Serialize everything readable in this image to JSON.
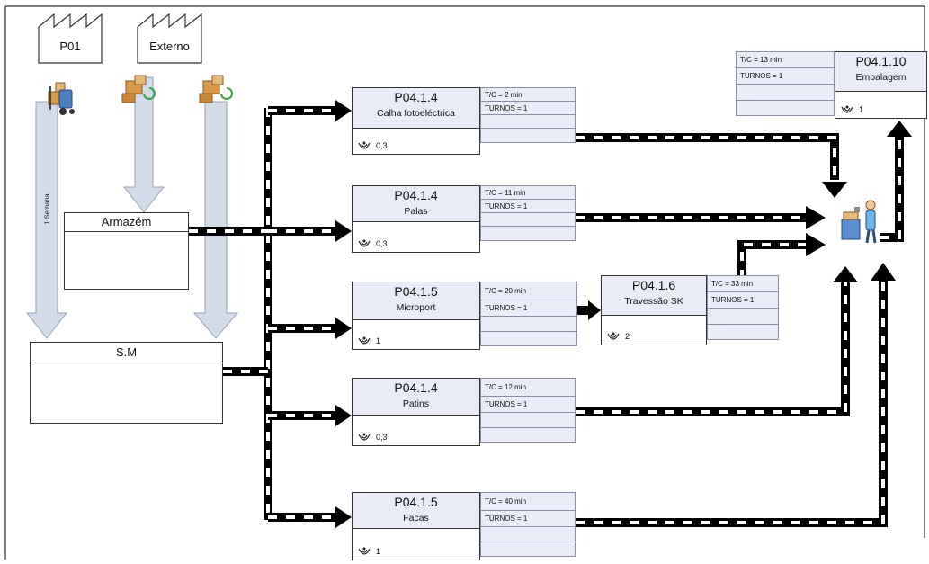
{
  "suppliers": [
    {
      "id": "supplier-p01",
      "label": "P01"
    },
    {
      "id": "supplier-externo",
      "label": "Externo"
    }
  ],
  "frequency_label": "1 Semana",
  "warehouse": {
    "label": "Armazém"
  },
  "supermarket": {
    "label": "S.M"
  },
  "processes": [
    {
      "key": "p1",
      "id": "P04.1.4",
      "name": "Calha fotoeléctrica",
      "operators": "0,3",
      "data": [
        "T/C = 2 min",
        "TURNOS = 1",
        "",
        ""
      ]
    },
    {
      "key": "p2",
      "id": "P04.1.4",
      "name": "Palas",
      "operators": "0,3",
      "data": [
        "T/C =  11 min",
        "TURNOS = 1",
        "",
        ""
      ]
    },
    {
      "key": "p3",
      "id": "P04.1.5",
      "name": "Microport",
      "operators": "1",
      "data": [
        "T/C =  20 min",
        "TURNOS = 1",
        "",
        ""
      ]
    },
    {
      "key": "p4",
      "id": "P04.1.4",
      "name": "Patins",
      "operators": "0,3",
      "data": [
        "T/C = 12  min",
        "TURNOS = 1",
        "",
        ""
      ]
    },
    {
      "key": "p5",
      "id": "P04.1.5",
      "name": "Facas",
      "operators": "1",
      "data": [
        "T/C = 40 min",
        "TURNOS = 1",
        "",
        ""
      ]
    },
    {
      "key": "p6",
      "id": "P04.1.6",
      "name": "Travessão SK",
      "operators": "2",
      "data": [
        "T/C = 33 min",
        "TURNOS = 1",
        "",
        ""
      ]
    },
    {
      "key": "p7",
      "id": "P04.1.10",
      "name": "Embalagem",
      "operators": "1",
      "data": [
        "T/C = 13 min",
        "TURNOS = 1",
        "",
        ""
      ]
    }
  ],
  "icons": {
    "forklift": "forklift-icon",
    "delivery": "delivery-boxes-icon",
    "operator": "operator-icon",
    "worker": "packing-worker-icon"
  },
  "colors": {
    "box_fill": "#e9ecf6",
    "push_arrow": "#000000",
    "delivery_arrow": "#d3dbe9"
  }
}
